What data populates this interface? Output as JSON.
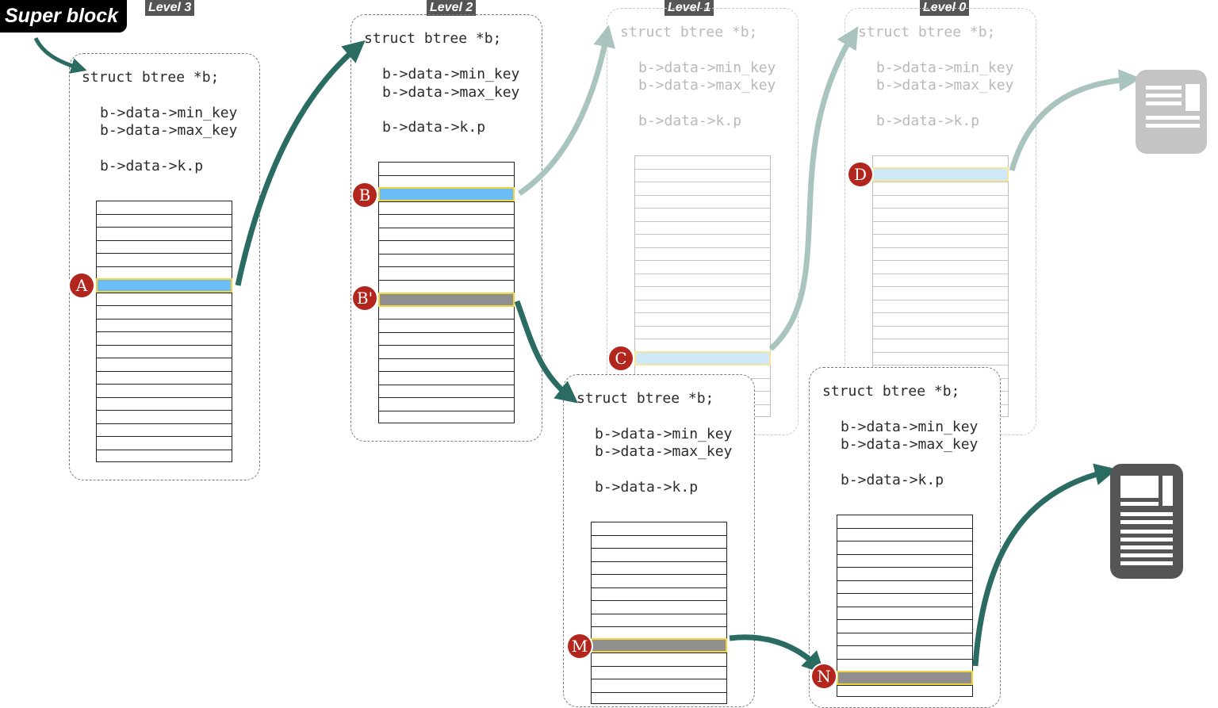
{
  "super_block": "Super block",
  "levels": [
    "Level 3",
    "Level 2",
    "Level 1",
    "Level 0"
  ],
  "code": {
    "decl": "struct btree *b;",
    "min": "b->data->min_key",
    "max": "b->data->max_key",
    "kp": "b->data->k.p"
  },
  "markers": {
    "A": "A",
    "B": "B",
    "Bp": "B'",
    "C": "C",
    "D": "D",
    "M": "M",
    "N": "N"
  },
  "colors": {
    "arrow": "#2a6b62",
    "arrow_faded": "#a9c4bf",
    "entry_blue": "#6cbcf5",
    "entry_light_blue": "#cfe8f8",
    "entry_gray": "#8f8f8f",
    "highlight_border": "#f2d43b",
    "marker": "#b3261e",
    "doc_icon": "#555555",
    "doc_icon_faded": "#c4c4c4"
  },
  "icons": [
    "document-icon-faded",
    "document-icon"
  ]
}
